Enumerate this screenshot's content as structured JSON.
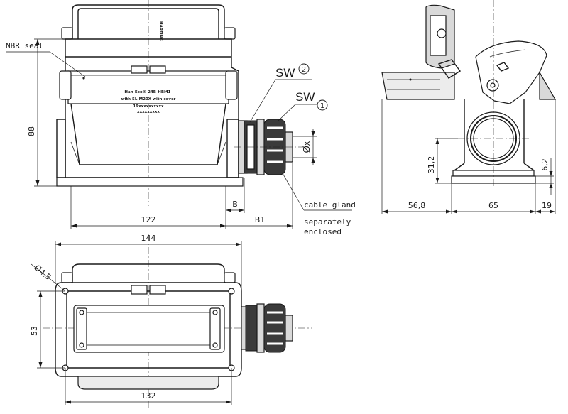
{
  "labels": {
    "nbr_seal": "NBR seal",
    "sw": "SW",
    "sw_callout_2": "2",
    "sw_callout_1": "1",
    "diameter_x": "Øx",
    "cable_gland": "cable gland",
    "separately_1": "separately",
    "separately_2": "enclosed",
    "hole_diameter": "Ø4,5"
  },
  "dimensions": {
    "height_88": "88",
    "width_122": "122",
    "b": "B",
    "b1": "B1",
    "width_144": "144",
    "height_53": "53",
    "width_132": "132",
    "side_56_8": "56,8",
    "side_65": "65",
    "side_19": "19",
    "side_31_2": "31,2",
    "side_6_2": "6,2"
  },
  "housing_text": {
    "line1": "Han-Eco® 24B-HBM1-",
    "line2": "with 5L-M20X with cover",
    "line3": "19xxxxxxxxxx",
    "line4": "xxxxxxxxx",
    "brand": "HARTING"
  }
}
